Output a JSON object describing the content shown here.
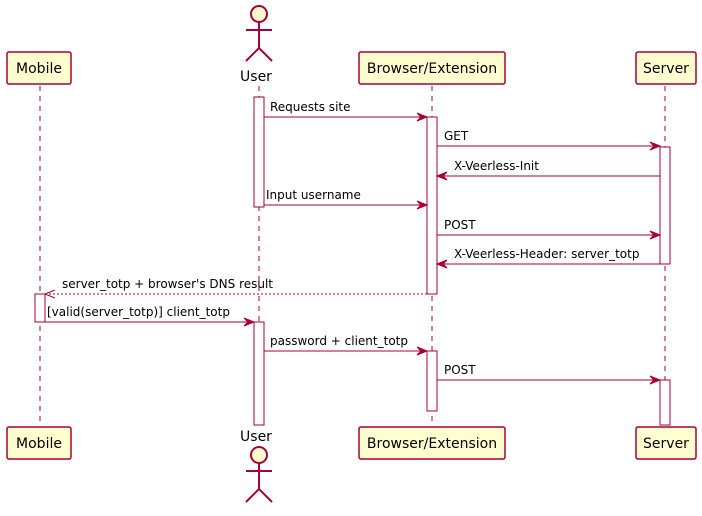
{
  "diagram": {
    "type": "sequence",
    "colors": {
      "participant_fill": "#FEFECE",
      "border": "#A80036",
      "activation_fill": "#FFFFFF",
      "text": "#000000"
    },
    "participants": [
      {
        "id": "mobile",
        "label": "Mobile",
        "kind": "box"
      },
      {
        "id": "user",
        "label": "User",
        "kind": "actor"
      },
      {
        "id": "browser",
        "label": "Browser/Extension",
        "kind": "box"
      },
      {
        "id": "server",
        "label": "Server",
        "kind": "box"
      }
    ],
    "messages": [
      {
        "from": "user",
        "to": "browser",
        "label": "Requests site",
        "style": "solid"
      },
      {
        "from": "browser",
        "to": "server",
        "label": "GET",
        "style": "solid"
      },
      {
        "from": "server",
        "to": "browser",
        "label": "X-Veerless-Init",
        "style": "solid"
      },
      {
        "from": "user",
        "to": "browser",
        "label": "Input username",
        "style": "solid"
      },
      {
        "from": "browser",
        "to": "server",
        "label": "POST",
        "style": "solid"
      },
      {
        "from": "server",
        "to": "browser",
        "label": "X-Veerless-Header: server_totp",
        "style": "solid"
      },
      {
        "from": "browser",
        "to": "mobile",
        "label": "server_totp + browser's DNS result",
        "style": "dashed"
      },
      {
        "from": "mobile",
        "to": "user",
        "label": "[valid(server_totp)] client_totp",
        "style": "solid"
      },
      {
        "from": "user",
        "to": "browser",
        "label": "password + client_totp",
        "style": "solid"
      },
      {
        "from": "browser",
        "to": "server",
        "label": "POST",
        "style": "solid"
      }
    ]
  }
}
